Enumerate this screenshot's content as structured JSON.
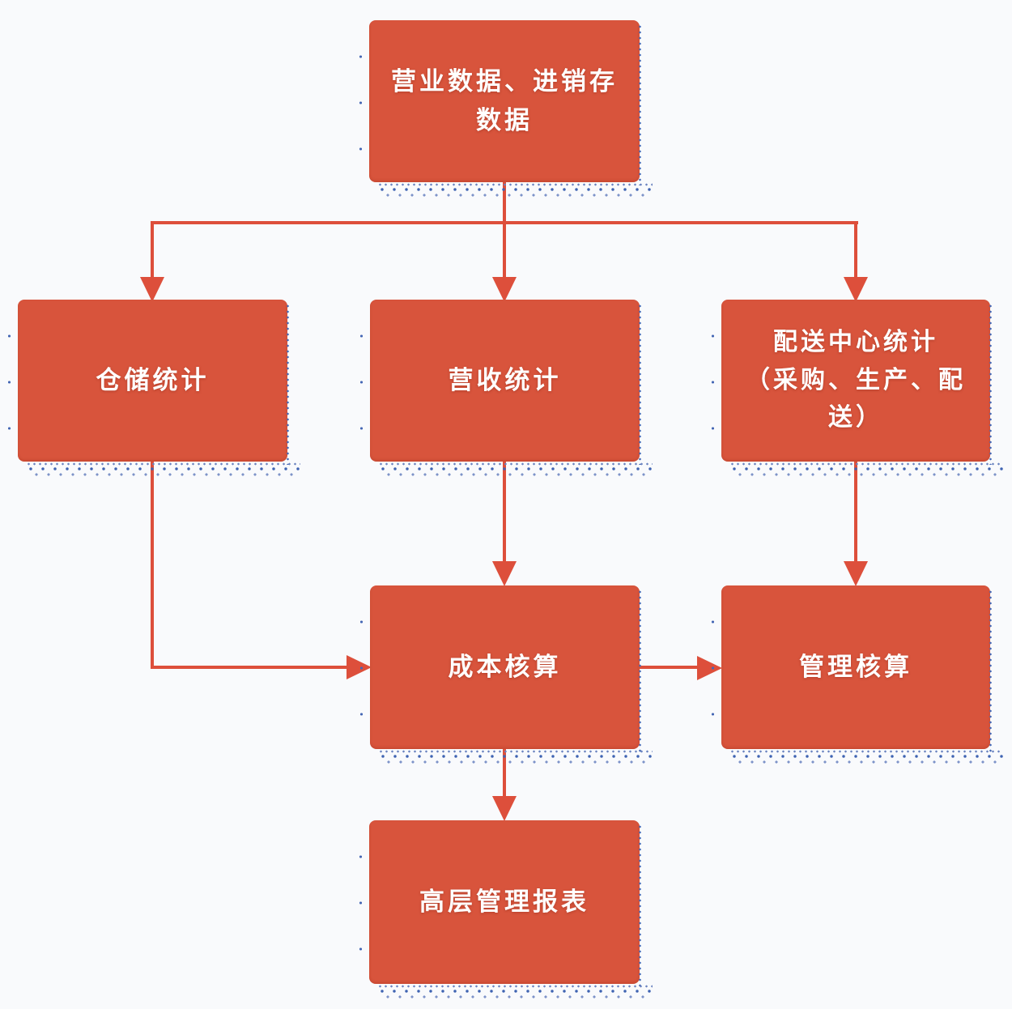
{
  "diagram": {
    "type": "flowchart",
    "node_fill_color": "#d8543c",
    "arrow_color": "#dd4f3b",
    "shadow_dot_color": "#4066b8",
    "text_color": "#ffffff",
    "background_color": "#f9fafc",
    "nodes": {
      "source": {
        "label": "营业数据、进销存\n数据"
      },
      "warehouse": {
        "label": "仓储统计"
      },
      "revenue": {
        "label": "营收统计"
      },
      "distribution": {
        "label": "配送中心统计\n（采购、生产、配\n送）"
      },
      "cost": {
        "label": "成本核算"
      },
      "management": {
        "label": "管理核算"
      },
      "report": {
        "label": "高层管理报表"
      }
    },
    "edges": [
      {
        "from": "source",
        "to": "warehouse"
      },
      {
        "from": "source",
        "to": "revenue"
      },
      {
        "from": "source",
        "to": "distribution"
      },
      {
        "from": "warehouse",
        "to": "cost"
      },
      {
        "from": "revenue",
        "to": "cost"
      },
      {
        "from": "distribution",
        "to": "management"
      },
      {
        "from": "cost",
        "to": "management"
      },
      {
        "from": "cost",
        "to": "report"
      }
    ]
  }
}
